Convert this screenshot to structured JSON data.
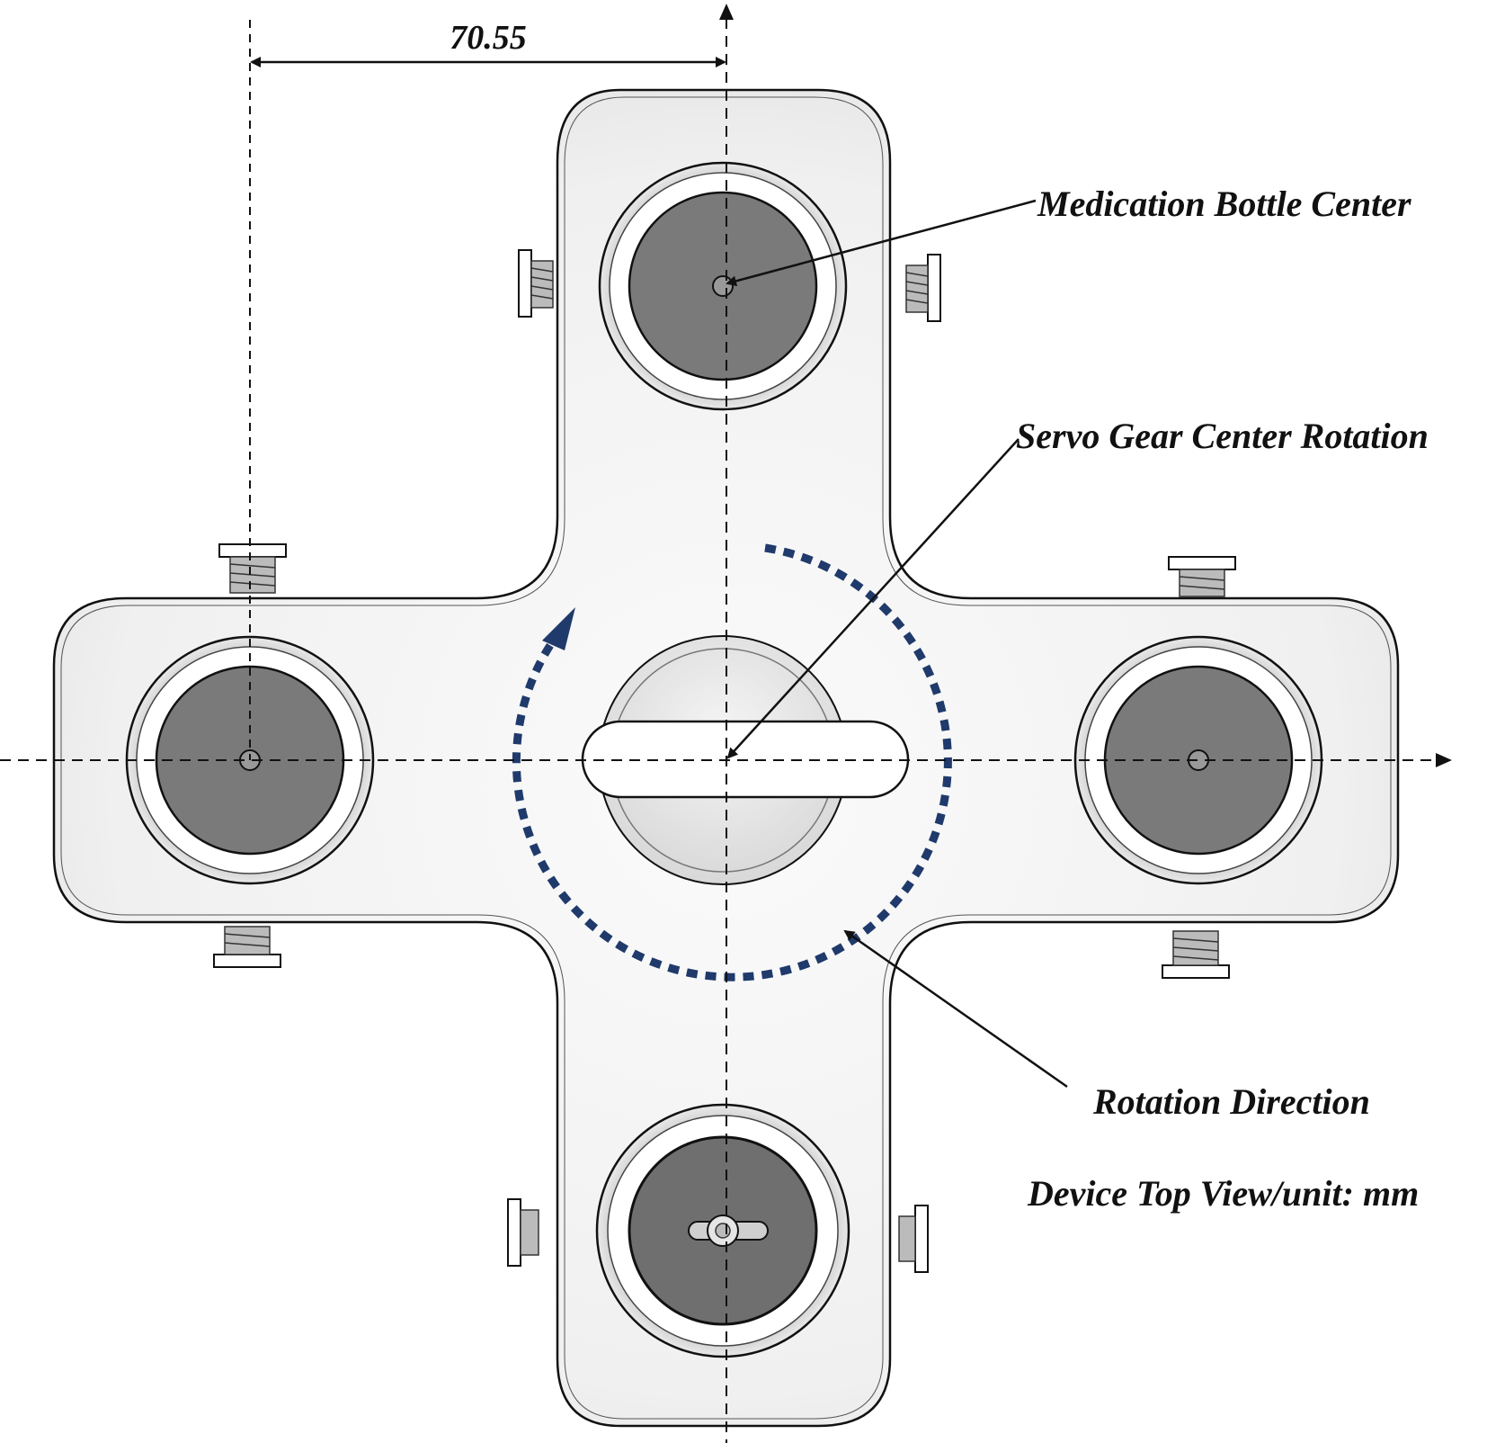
{
  "dimension": {
    "value": "70.55"
  },
  "labels": {
    "bottle_center": "Medication Bottle Center",
    "servo_center": "Servo Gear Center Rotation",
    "rotation_direction": "Rotation Direction",
    "caption": "Device Top View/unit: mm"
  },
  "colors": {
    "rotation_arc": "#1f3a6b",
    "bottle_fill": "#7a7a7a",
    "body_fill": "#f2f2f2",
    "outline": "#111111"
  }
}
